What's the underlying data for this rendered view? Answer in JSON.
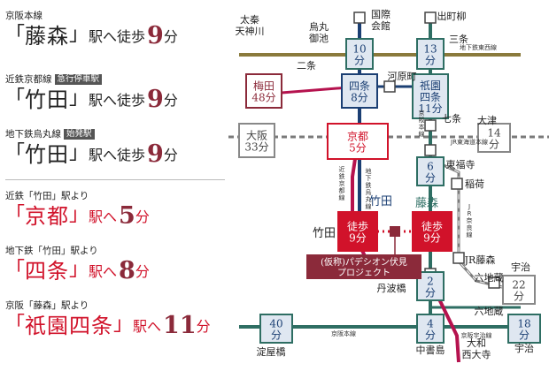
{
  "access": [
    {
      "line": "京阪本線",
      "badge": "",
      "station": "藤森",
      "suffix": "駅へ徒歩",
      "minutes": "9",
      "unit": "分",
      "red": false
    },
    {
      "line": "近鉄京都線",
      "badge": "急行停車駅",
      "station": "竹田",
      "suffix": "駅へ徒歩",
      "minutes": "9",
      "unit": "分",
      "red": false
    },
    {
      "line": "地下鉄烏丸線",
      "badge": "始発駅",
      "station": "竹田",
      "suffix": "駅へ徒歩",
      "minutes": "9",
      "unit": "分",
      "red": false
    },
    {
      "line": "近鉄「竹田」駅より",
      "badge": "",
      "station": "京都",
      "suffix": "駅へ",
      "minutes": "5",
      "unit": "分",
      "red": true
    },
    {
      "line": "地下鉄「竹田」駅より",
      "badge": "",
      "station": "四条",
      "suffix": "駅へ",
      "minutes": "8",
      "unit": "分",
      "red": true
    },
    {
      "line": "京阪「藤森」駅より",
      "badge": "",
      "station": "祇園四条",
      "suffix": "駅へ",
      "minutes": "11",
      "unit": "分",
      "red": true
    }
  ],
  "brackets": {
    "open": "「",
    "close": "」"
  },
  "map": {
    "colors": {
      "keihan": "#2e6e63",
      "kintetsu": "#b5124e",
      "karasuma": "#1b3f73",
      "tozai": "#8a7a3c",
      "jr": "#7a7a7a",
      "highlight": "#d1122a",
      "stop_fill": "#dfe7f1"
    },
    "station_labels": [
      {
        "id": "uzumasa",
        "text": "太秦\n天神川"
      },
      {
        "id": "nijo",
        "text": "二条"
      },
      {
        "id": "karasuma_oike",
        "text": "烏丸\n御池"
      },
      {
        "id": "kokusai",
        "text": "国際\n会館"
      },
      {
        "id": "demachi",
        "text": "出町柳"
      },
      {
        "id": "sanjo",
        "text": "三条"
      },
      {
        "id": "kawaramachi",
        "text": "河原町"
      },
      {
        "id": "shichijo",
        "text": "七条"
      },
      {
        "id": "otsu",
        "text": "大津"
      },
      {
        "id": "tofukuji",
        "text": "東福寺"
      },
      {
        "id": "inari",
        "text": "稲荷"
      },
      {
        "id": "jrfujinomori",
        "text": "JR藤森"
      },
      {
        "id": "uji1",
        "text": "宇治"
      },
      {
        "id": "rokujizo1",
        "text": "六地蔵"
      },
      {
        "id": "rokujizo2",
        "text": "六地蔵"
      },
      {
        "id": "uji2",
        "text": "宇治"
      },
      {
        "id": "tambabashi",
        "text": "丹波橋"
      },
      {
        "id": "yodoyabashi",
        "text": "淀屋橋"
      },
      {
        "id": "chushojima",
        "text": "中書島"
      },
      {
        "id": "yamato_saidaiji",
        "text": "大和\n西大寺"
      },
      {
        "id": "takeda_l",
        "text": "竹田"
      },
      {
        "id": "takeda_top",
        "text": "竹田"
      },
      {
        "id": "fujinomori_top",
        "text": "藤森"
      }
    ],
    "line_labels": [
      {
        "id": "tozai_l",
        "text": "地下鉄東西線"
      },
      {
        "id": "keihan_v",
        "text": "京阪本線"
      },
      {
        "id": "jr_tokaido",
        "text": "JR東海道本線"
      },
      {
        "id": "kintetsu_v",
        "text": "近鉄京都線"
      },
      {
        "id": "karasuma_v",
        "text": "地下鉄烏丸線"
      },
      {
        "id": "jr_nara",
        "text": "JR奈良線"
      },
      {
        "id": "keihan_h",
        "text": "京阪本線"
      },
      {
        "id": "keihan_uji",
        "text": "京阪宇治線"
      }
    ],
    "time_boxes": [
      {
        "id": "oike",
        "text": "10\n分",
        "style": "stop"
      },
      {
        "id": "sanjo_box",
        "text": "13\n分",
        "style": "stop"
      },
      {
        "id": "umeda",
        "text": "梅田\n48分",
        "style": "brown"
      },
      {
        "id": "shijo",
        "text": "四条\n8分",
        "style": "stopdark"
      },
      {
        "id": "gion",
        "text": "祇園\n四条\n11分",
        "style": "stop"
      },
      {
        "id": "kyoto",
        "text": "京都\n5分",
        "style": "red"
      },
      {
        "id": "osaka",
        "text": "大阪\n33分",
        "style": "gray"
      },
      {
        "id": "otsu_box",
        "text": "14\n分",
        "style": "gray"
      },
      {
        "id": "tofukuji_box",
        "text": "6\n分",
        "style": "stop"
      },
      {
        "id": "walk_takeda",
        "text": "徒歩\n9分",
        "style": "walk"
      },
      {
        "id": "walk_fuji",
        "text": "徒歩\n9分",
        "style": "walk"
      },
      {
        "id": "tamba_box",
        "text": "2\n分",
        "style": "stop"
      },
      {
        "id": "uji1_box",
        "text": "22\n分",
        "style": "gray"
      },
      {
        "id": "yodo_box",
        "text": "40\n分",
        "style": "stop"
      },
      {
        "id": "chusho_box",
        "text": "4\n分",
        "style": "stop"
      },
      {
        "id": "uji2_box",
        "text": "18\n分",
        "style": "stop"
      }
    ],
    "project": "(仮称)パデシオン伏見\nプロジェクト"
  }
}
